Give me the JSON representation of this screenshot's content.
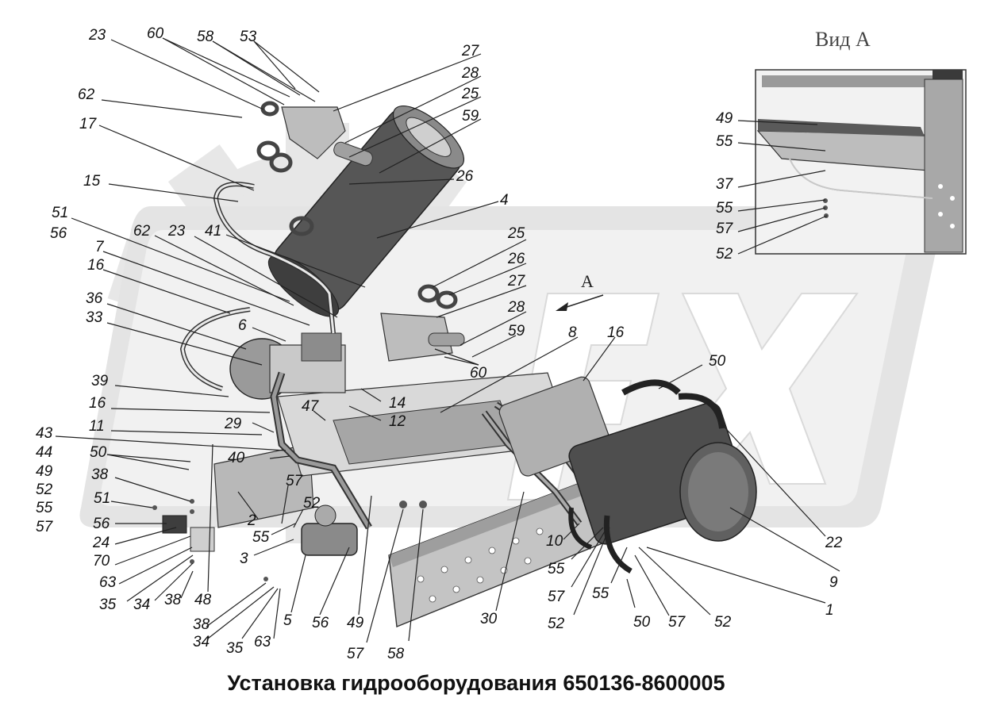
{
  "caption": "Установка гидрооборудования 650136-8600005",
  "view_title": "Вид А",
  "view_arrow_letter": "А",
  "watermark_text": "FX",
  "colors": {
    "ink": "#111111",
    "watermark": "#d0d0d0",
    "metal": "#8a8a8a",
    "dark_metal": "#4a4a4a"
  },
  "callouts": [
    "23",
    "60",
    "58",
    "53",
    "27",
    "62",
    "28",
    "25",
    "17",
    "59",
    "26",
    "15",
    "4",
    "51",
    "56",
    "62",
    "23",
    "41",
    "25",
    "7",
    "26",
    "16",
    "27",
    "36",
    "6",
    "28",
    "33",
    "59",
    "8",
    "16",
    "60",
    "14",
    "39",
    "12",
    "50",
    "16",
    "47",
    "11",
    "29",
    "43",
    "44",
    "49",
    "52",
    "55",
    "57",
    "50",
    "40",
    "38",
    "57",
    "51",
    "52",
    "56",
    "2",
    "24",
    "55",
    "70",
    "3",
    "63",
    "35",
    "34",
    "38",
    "48",
    "5",
    "38",
    "34",
    "35",
    "63",
    "56",
    "49",
    "57",
    "58",
    "30",
    "10",
    "55",
    "57",
    "55",
    "52",
    "50",
    "57",
    "52",
    "1",
    "9",
    "22",
    "49",
    "55",
    "37",
    "55",
    "57",
    "52"
  ]
}
